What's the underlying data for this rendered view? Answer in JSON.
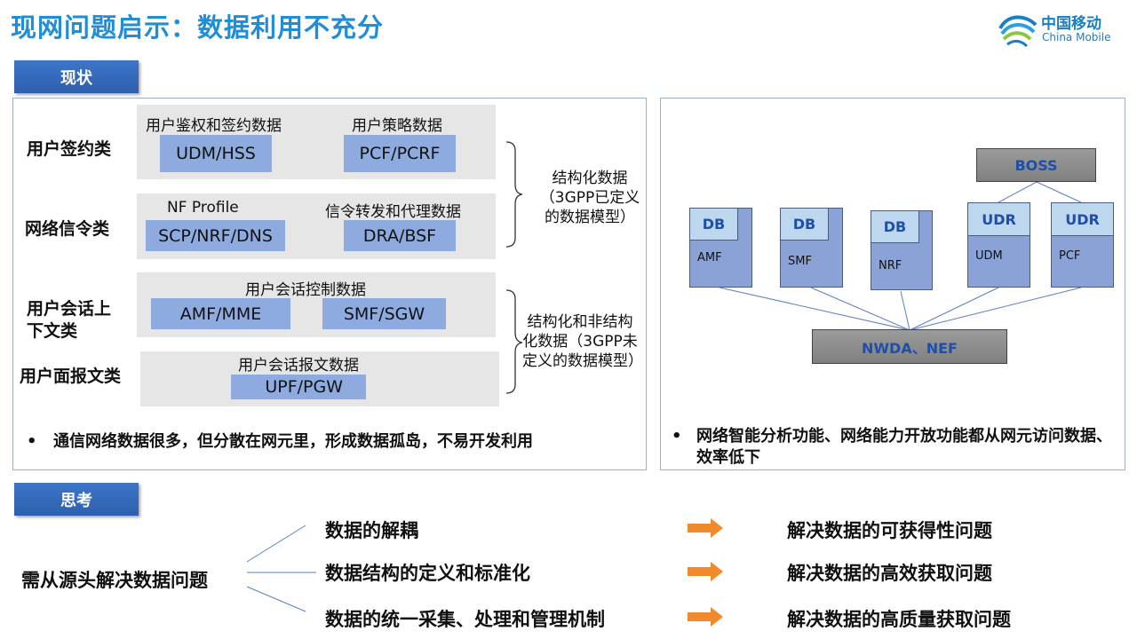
{
  "title": "现网问题启示：数据利用不充分",
  "logo": {
    "cn": "中国移动",
    "en": "China Mobile"
  },
  "section_current": "现状",
  "section_think": "思考",
  "left_panel": {
    "cat_subscription": "用户签约类",
    "cat_signaling": "网络信令类",
    "cat_session": "用户会话上下文类",
    "cat_packet": "用户面报文类",
    "lbl_auth": "用户鉴权和签约数据",
    "lbl_policy": "用户策略数据",
    "box_udm": "UDM/HSS",
    "box_pcf": "PCF/PCRF",
    "lbl_nfprofile": "NF Profile",
    "lbl_forward": "信令转发和代理数据",
    "box_scp": "SCP/NRF/DNS",
    "box_dra": "DRA/BSF",
    "lbl_session_ctrl": "用户会话控制数据",
    "box_amf": "AMF/MME",
    "box_smf": "SMF/SGW",
    "lbl_session_pkt": "用户会话报文数据",
    "box_upf": "UPF/PGW",
    "note_structured": "结构化数据（3GPP已定义的数据模型）",
    "note_mixed": "结构化和非结构化数据（3GPP未定义的数据模型）",
    "bullet": "通信网络数据很多，但分散在网元里，形成数据孤岛，不易开发利用"
  },
  "right_panel": {
    "boss": "BOSS",
    "nwda": "NWDA、NEF",
    "nodes": [
      {
        "head": "DB",
        "body": "AMF"
      },
      {
        "head": "DB",
        "body": "SMF"
      },
      {
        "head": "DB",
        "body": "NRF"
      },
      {
        "head": "UDR",
        "body": "UDM"
      },
      {
        "head": "UDR",
        "body": "PCF"
      }
    ],
    "bullet": "网络智能分析功能、网络能力开放功能都从网元访问数据、效率低下"
  },
  "thinking": {
    "root": "需从源头解决数据问题",
    "items": [
      {
        "cause": "数据的解耦",
        "result": "解决数据的可获得性问题"
      },
      {
        "cause": "数据结构的定义和标准化",
        "result": "解决数据的高效获取问题"
      },
      {
        "cause": "数据的统一采集、处理和管理机制",
        "result": "解决数据的高质量获取问题"
      }
    ]
  },
  "colors": {
    "title": "#1f8ed6",
    "button": "#2d5fad",
    "box_blue": "#8eabe0",
    "arrow": "#f08a2c"
  }
}
